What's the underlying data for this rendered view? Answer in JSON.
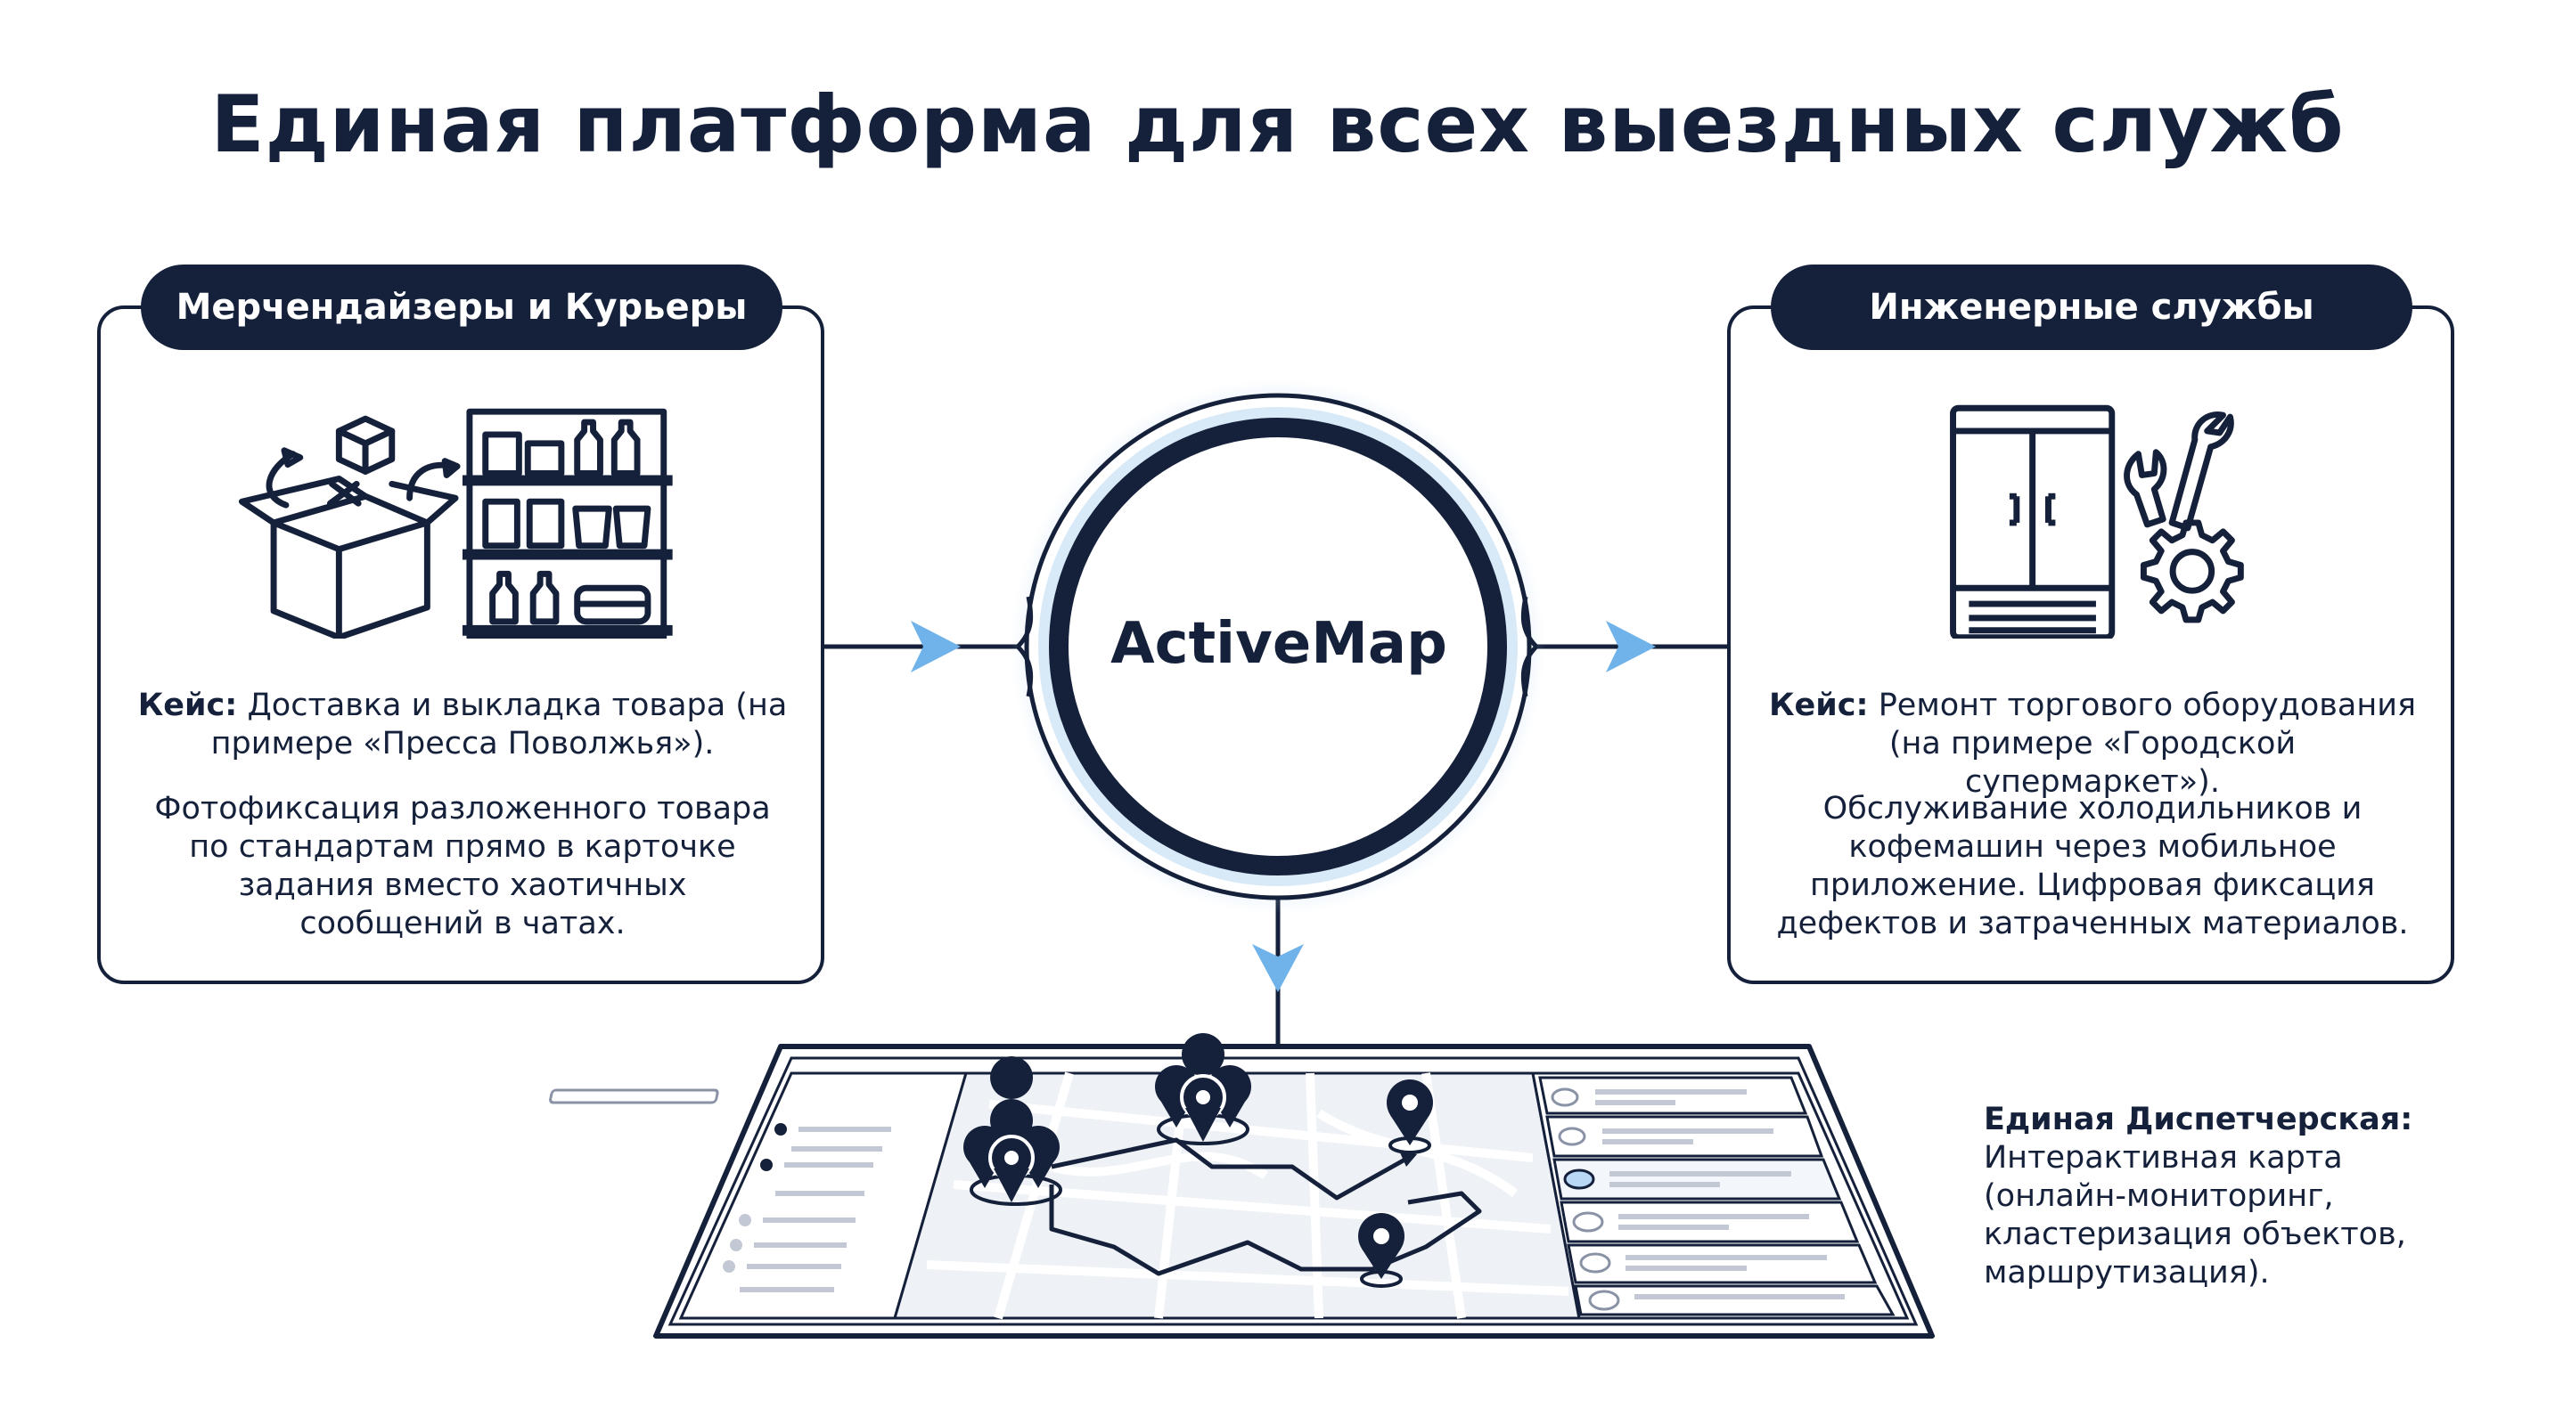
{
  "title": "Единая платформа для всех выездных служб",
  "left_card": {
    "header": "Мерчендайзеры и Курьеры",
    "case_label": "Кейс:",
    "case_text": "Доставка и выкладка товара (на примере «Пресса Поволжья»).",
    "description": "Фотофиксация разложенного товара по стандартам прямо в карточке задания вместо хаотичных сообщений в чатах.",
    "icons": [
      "open-box-icon",
      "store-shelf-icon"
    ]
  },
  "right_card": {
    "header": "Инженерные службы",
    "case_label": "Кейс:",
    "case_text": "Ремонт торгового оборудования (на примере «Городской супермаркет»).",
    "description": "Обслуживание холодильников и кофемашин через мобильное приложение. Цифровая фиксация дефектов и затраченных материалов.",
    "icons": [
      "refrigerator-icon",
      "wrench-icon",
      "gear-icon"
    ]
  },
  "hub": {
    "label": "ActiveMap"
  },
  "dispatch": {
    "title": "Единая Диспетчерская:",
    "text": "Интерактивная карта (онлайн-мониторинг, кластеризация объектов, маршрутизация)."
  },
  "colors": {
    "navy": "#15213b",
    "arrow_blue": "#6fb3ea",
    "glow_blue": "#b9d8f5",
    "map_fill": "#eef1f5"
  }
}
